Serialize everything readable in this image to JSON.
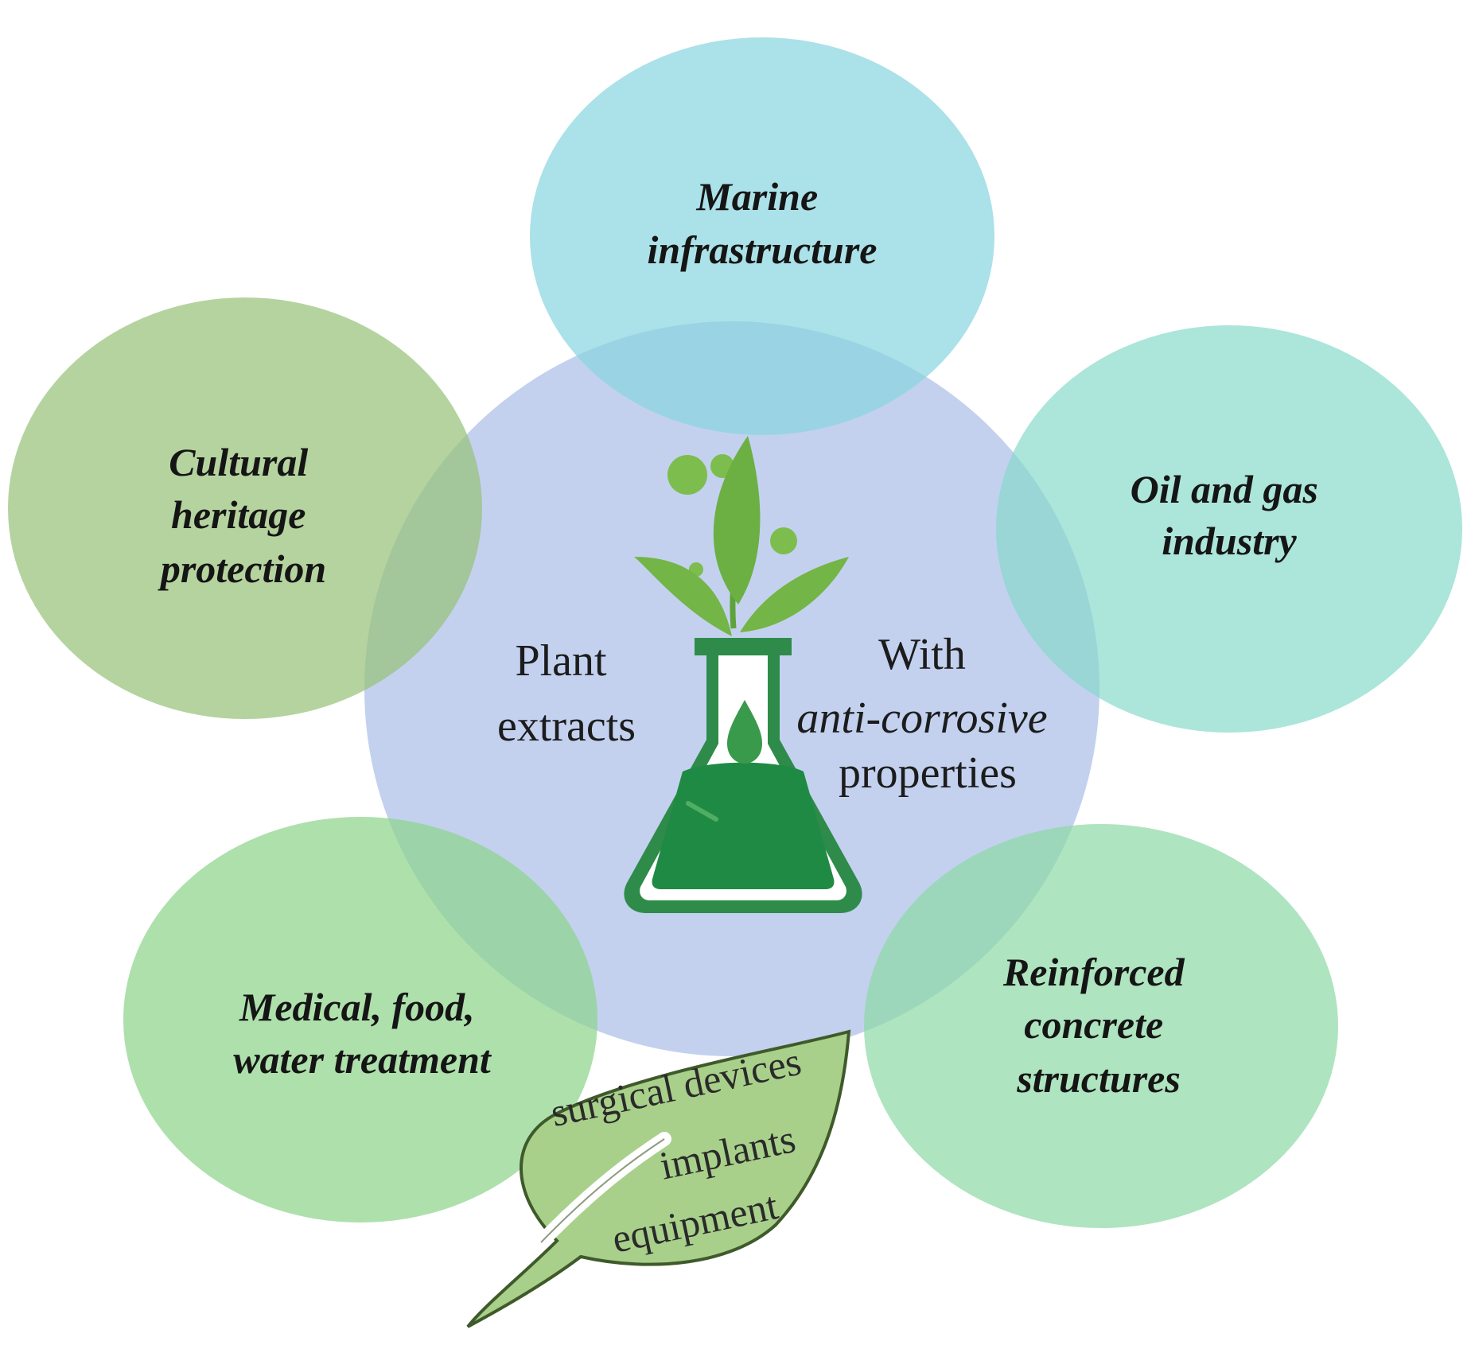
{
  "center": {
    "left_lines": [
      "Plant",
      "extracts"
    ],
    "right_line_1": "With",
    "right_line_2": "anti-corrosive",
    "right_line_3": "properties",
    "icon": "flask-with-plant-icon"
  },
  "applications": {
    "marine": [
      "Marine",
      "infrastructure"
    ],
    "oil_gas": [
      "Oil and gas",
      "industry"
    ],
    "concrete": [
      "Reinforced",
      "concrete",
      "structures"
    ],
    "medical": [
      "Medical, food,",
      "water treatment"
    ],
    "heritage": [
      "Cultural",
      "heritage",
      "protection"
    ]
  },
  "leaf": {
    "icon": "leaf-icon",
    "lines": [
      "surgical devices",
      "implants",
      "equipment"
    ]
  },
  "colors": {
    "center_circle": "#b9c9ec",
    "marine": "#8ad6df",
    "oil_gas": "#85d9c8",
    "concrete": "#8fdaa6",
    "medical": "#8fd48c",
    "heritage": "#99c27a",
    "leaf_fill": "#a8d08a",
    "plant_green": "#6cb043",
    "flask_green": "#1f8a43"
  }
}
